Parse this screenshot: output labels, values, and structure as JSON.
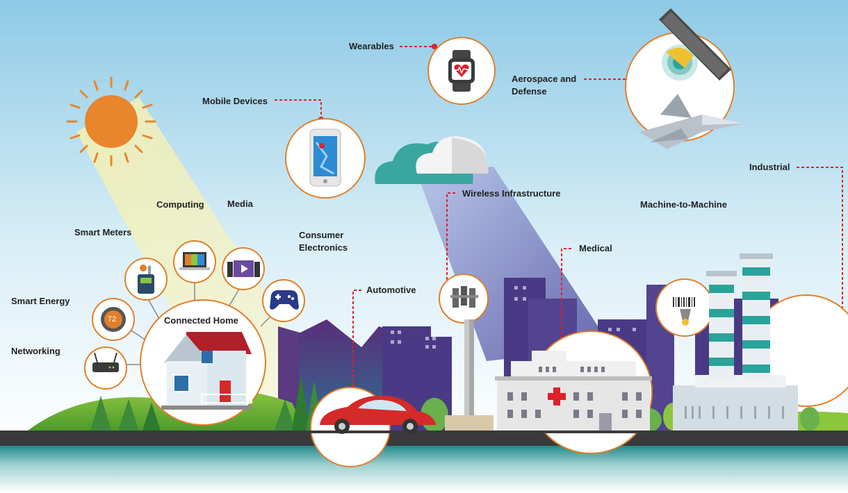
{
  "labels": {
    "wearables": "Wearables",
    "aerospace_line1": "Aerospace and",
    "aerospace_line2": "Defense",
    "mobile_devices": "Mobile Devices",
    "industrial": "Industrial",
    "wireless_infrastructure": "Wireless Infrastructure",
    "computing": "Computing",
    "media": "Media",
    "machine_to_machine": "Machine-to-Machine",
    "smart_meters": "Smart Meters",
    "consumer_line1": "Consumer",
    "consumer_line2": "Electronics",
    "medical": "Medical",
    "automotive": "Automotive",
    "smart_energy": "Smart Energy",
    "connected_home": "Connected Home",
    "networking": "Networking",
    "thermostat_value": "72"
  },
  "colors": {
    "accent_orange": "#e07f2a",
    "connector_red": "#e0202a",
    "sky_top": "#8ecae6",
    "road": "#3a3a3a",
    "teal": "#1f8a8a"
  },
  "icons": [
    "sun-icon",
    "smartwatch-icon",
    "satellite-icon",
    "jet-icon",
    "smartphone-icon",
    "cloud-icon",
    "laptop-icon",
    "media-player-icon",
    "gamepad-icon",
    "smart-meter-icon",
    "thermostat-icon",
    "router-icon",
    "house-icon",
    "car-icon",
    "cell-tower-icon",
    "hospital-icon",
    "factory-icon",
    "barcode-scanner-icon"
  ]
}
